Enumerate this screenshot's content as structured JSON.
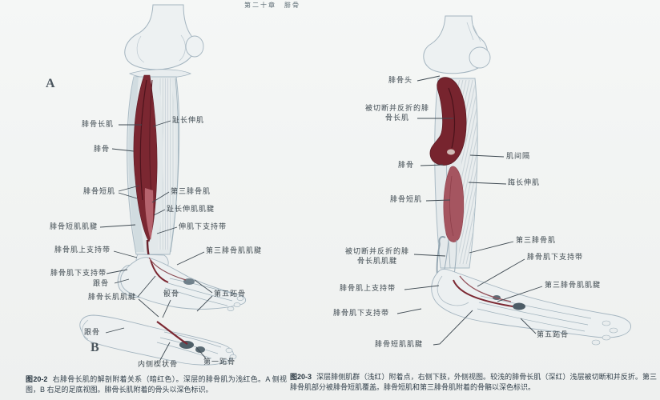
{
  "page": {
    "header": "第二十章　腓骨"
  },
  "fig_a": {
    "panel_a": "A",
    "panel_b": "B",
    "labels": {
      "fibularis_longus": "腓骨长肌",
      "fibula": "腓骨",
      "ext_digitorum_longus": "趾长伸肌",
      "fibularis_brevis": "腓骨短肌",
      "fibularis_tertius": "第三腓骨肌",
      "edl_tendon": "趾长伸肌肌腱",
      "fibularis_brevis_tendon": "腓骨短肌肌腱",
      "inf_extensor_retinaculum": "伸肌下支持带",
      "sup_fibular_retinaculum": "腓骨肌上支持带",
      "fibularis_tertius_tendon": "第三腓骨肌肌腱",
      "inf_fibular_retinaculum": "腓骨肌下支持带",
      "calcaneus": "跟骨",
      "cuboid": "骰骨",
      "fifth_metatarsal": "第五跖骨",
      "fibularis_longus_tendon": "腓骨长肌肌腱",
      "calcaneus_b": "跟骨",
      "medial_cuneiform": "内侧楔状骨",
      "first_metatarsal": "第一跖骨"
    },
    "caption_id": "图20-2",
    "caption_text": "右腓骨长肌的解剖附着关系（暗红色）。深层的腓骨肌为浅红色。A 侧视图，B 右足的足底视图。腓骨长肌附着的骨头以深色标识。"
  },
  "fig_b": {
    "labels": {
      "fibular_head": "腓骨头",
      "cut_fibularis_longus": "被切断并反折的腓\n骨长肌",
      "intermuscular_septum": "肌间隔",
      "fibula": "腓骨",
      "ext_hallucis_longus": "踇长伸肌",
      "fibularis_brevis": "腓骨短肌",
      "fibularis_tertius": "第三腓骨肌",
      "cut_fl_tendon": "被切断并反折的腓\n骨长肌肌腱",
      "inf_fibular_retinaculum_r": "腓骨肌下支持带",
      "sup_fibular_retinaculum": "腓骨肌上支持带",
      "fibularis_tertius_tendon": "第三腓骨肌肌腱",
      "inf_fibular_retinaculum_l": "腓骨肌下支持带",
      "fifth_metatarsal": "第五跖骨",
      "fibularis_brevis_tendon": "腓骨短肌肌腱"
    },
    "caption_id": "图20-3",
    "caption_text": "深层腓侧肌群（浅红）附着点，右侧下肢，外侧视图。较浅的腓骨长肌（深红）浅层被切断和并反折。第三腓骨肌部分被腓骨短肌覆盖。腓骨短肌和第三腓骨肌附着的骨骼以深色标识。"
  },
  "colors": {
    "muscle_dark": "#77242e",
    "muscle_light": "#a55560",
    "bone_fill": "#ecf0f1",
    "bone_line": "#a3b4bf",
    "attachment_dark": "#4c5c66",
    "page_bg": "#f2f4f3"
  }
}
